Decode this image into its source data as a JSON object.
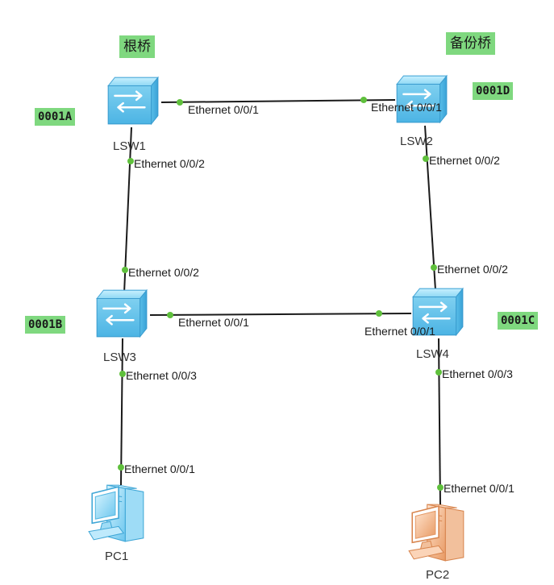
{
  "roles": {
    "root": "根桥",
    "backup": "备份桥"
  },
  "bridge_ids": {
    "lsw1": "0001A",
    "lsw2": "0001D",
    "lsw3": "0001B",
    "lsw4": "0001C"
  },
  "devices": {
    "lsw1": "LSW1",
    "lsw2": "LSW2",
    "lsw3": "LSW3",
    "lsw4": "LSW4",
    "pc1": "PC1",
    "pc2": "PC2"
  },
  "ports": {
    "lsw1_e1": "Ethernet 0/0/1",
    "lsw2_e1": "Ethernet 0/0/1",
    "lsw1_e2": "Ethernet 0/0/2",
    "lsw3_e2": "Ethernet 0/0/2",
    "lsw2_e2": "Ethernet 0/0/2",
    "lsw4_e2": "Ethernet 0/0/2",
    "lsw3_e1": "Ethernet 0/0/1",
    "lsw4_e1": "Ethernet 0/0/1",
    "lsw3_e3": "Ethernet 0/0/3",
    "pc1_e1": "Ethernet 0/0/1",
    "lsw4_e3": "Ethernet 0/0/3",
    "pc2_e1": "Ethernet 0/0/1"
  },
  "colors": {
    "link": "#1a1a1a",
    "port_dot": "#5fc03c",
    "tag_bg": "#7fd87f",
    "switch": "#7fd0f0",
    "pc1": "#8fd8f8",
    "pc2": "#f0b080"
  }
}
